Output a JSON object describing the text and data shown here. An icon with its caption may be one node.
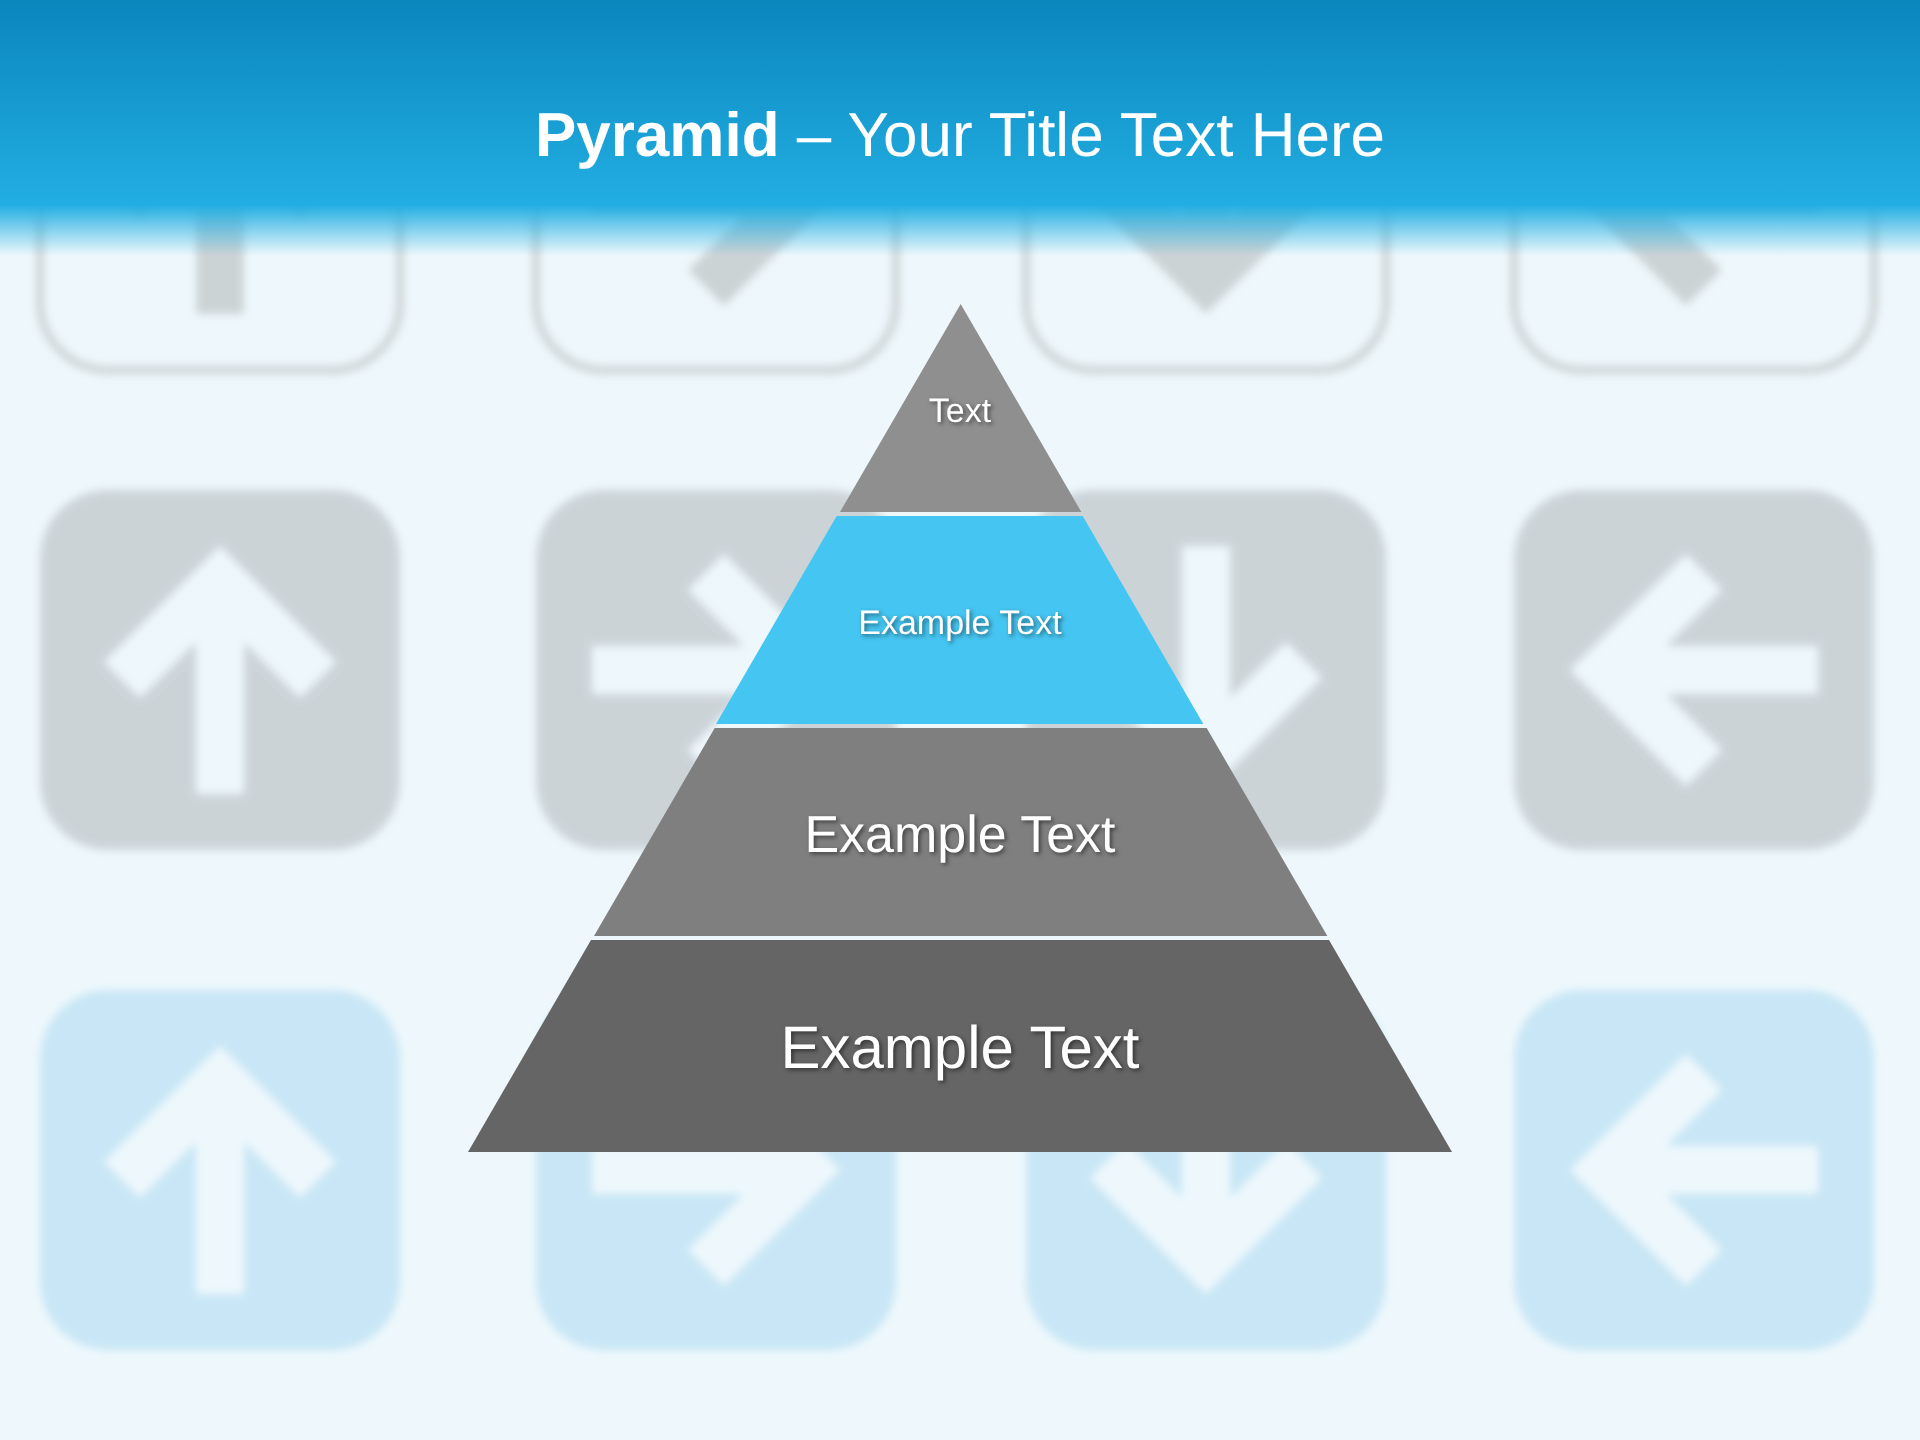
{
  "diagram": {
    "title": "**Pyramid** – Your Title Text Here",
    "nodes": [
      {
        "text": [
          "Text"
        ]
      },
      {
        "text": [
          "Example Text"
        ]
      },
      {
        "text": [
          "Example Text"
        ]
      },
      {
        "text": [
          "Example Text"
        ]
      }
    ],
    "edges": []
  }
}
